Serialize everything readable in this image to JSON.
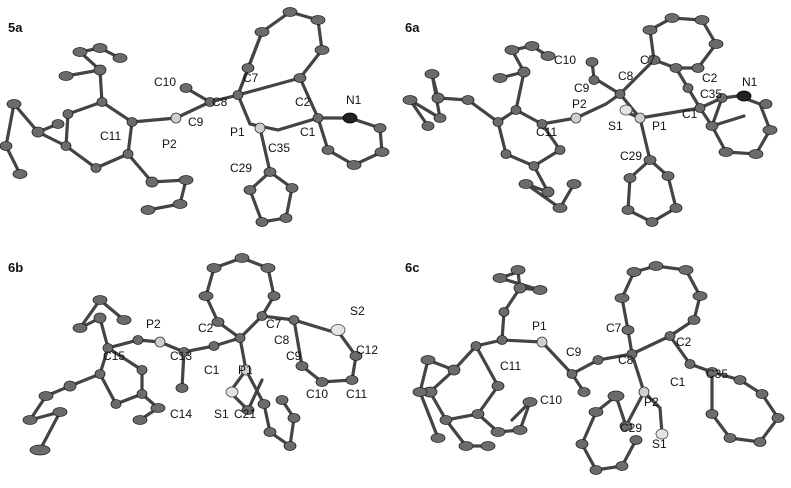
{
  "panels": [
    {
      "id": "5a",
      "label": "5a",
      "atoms": [
        {
          "text": "C7"
        },
        {
          "text": "C2"
        },
        {
          "text": "C10"
        },
        {
          "text": "C8"
        },
        {
          "text": "N1"
        },
        {
          "text": "C1"
        },
        {
          "text": "C9"
        },
        {
          "text": "C11"
        },
        {
          "text": "P2"
        },
        {
          "text": "P1"
        },
        {
          "text": "C35"
        },
        {
          "text": "C29"
        }
      ]
    },
    {
      "id": "6a",
      "label": "6a",
      "atoms": [
        {
          "text": "C10"
        },
        {
          "text": "C7"
        },
        {
          "text": "C8"
        },
        {
          "text": "C2"
        },
        {
          "text": "C9"
        },
        {
          "text": "N1"
        },
        {
          "text": "C35"
        },
        {
          "text": "P2"
        },
        {
          "text": "C1"
        },
        {
          "text": "S1"
        },
        {
          "text": "P1"
        },
        {
          "text": "C11"
        },
        {
          "text": "C29"
        }
      ]
    },
    {
      "id": "6b",
      "label": "6b",
      "atoms": [
        {
          "text": "S2"
        },
        {
          "text": "P2"
        },
        {
          "text": "C2"
        },
        {
          "text": "C7"
        },
        {
          "text": "C8"
        },
        {
          "text": "C15"
        },
        {
          "text": "C13"
        },
        {
          "text": "C9"
        },
        {
          "text": "C12"
        },
        {
          "text": "C1"
        },
        {
          "text": "P1"
        },
        {
          "text": "C14"
        },
        {
          "text": "C10"
        },
        {
          "text": "C11"
        },
        {
          "text": "S1"
        },
        {
          "text": "C21"
        }
      ]
    },
    {
      "id": "6c",
      "label": "6c",
      "atoms": [
        {
          "text": "P1"
        },
        {
          "text": "C7"
        },
        {
          "text": "C2"
        },
        {
          "text": "C9"
        },
        {
          "text": "C11"
        },
        {
          "text": "C8"
        },
        {
          "text": "C1"
        },
        {
          "text": "C35"
        },
        {
          "text": "C10"
        },
        {
          "text": "P2"
        },
        {
          "text": "C29"
        },
        {
          "text": "S1"
        }
      ]
    }
  ],
  "colors": {
    "carbon": "#6b6b6b",
    "phosphorus": "#cfcfcf",
    "nitrogen": "#222222",
    "sulfur": "#e4e4e4",
    "bond": "#444444"
  }
}
